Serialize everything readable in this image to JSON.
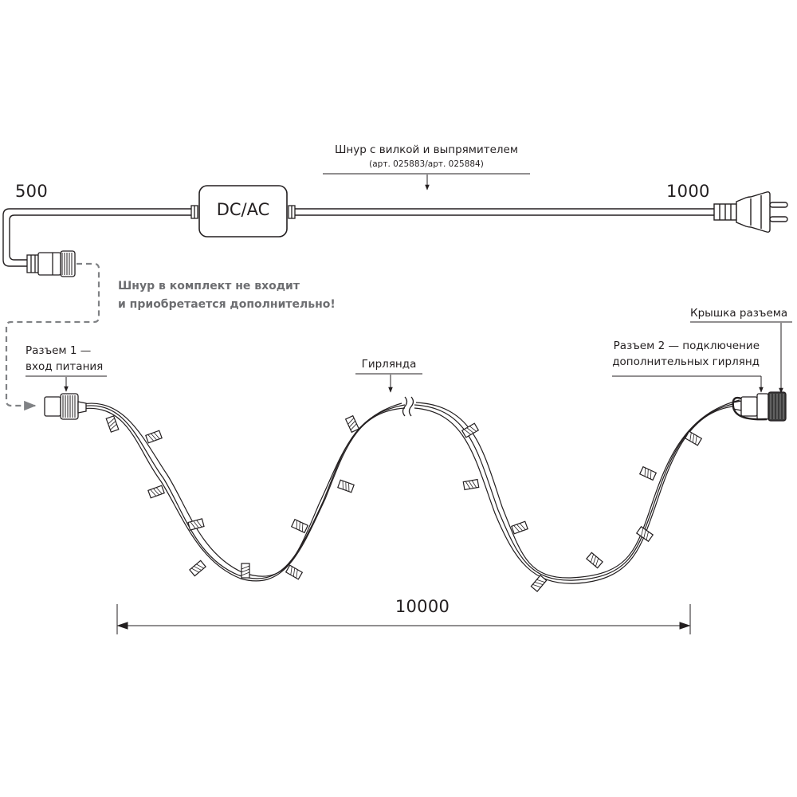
{
  "power_cord": {
    "title": "Шнур с вилкой и выпрямителем",
    "subtitle": "(арт. 025883/арт. 025884)",
    "rectifier_label": "DC/AC",
    "length_left": "500",
    "length_right": "1000"
  },
  "note": {
    "line1": "Шнур в комплект не входит",
    "line2": "и приобретается дополнительно!"
  },
  "connector1": {
    "line1": "Разъем 1 —",
    "line2": "вход питания"
  },
  "garland": {
    "label": "Гирлянда",
    "length": "10000"
  },
  "connector2": {
    "line1": "Разъем 2 — подключение",
    "line2": "дополнительных гирлянд"
  },
  "cap": {
    "label": "Крышка разъема"
  },
  "colors": {
    "line": "#231f20",
    "dashed": "#808285",
    "note_text": "#6d6e71"
  }
}
